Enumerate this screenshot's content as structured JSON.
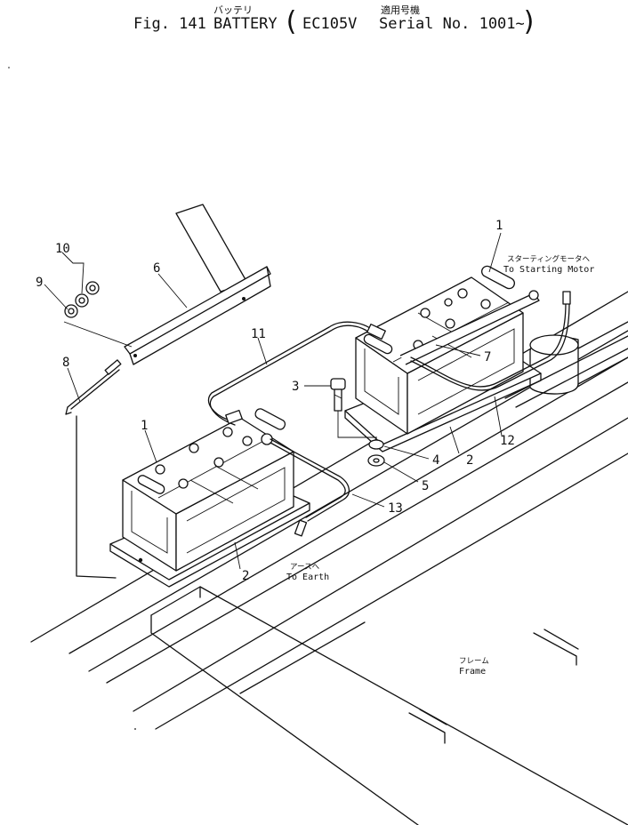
{
  "header": {
    "fig_label": "Fig. 141",
    "name_ja": "バッテリ",
    "name_en": "BATTERY",
    "open_paren": "(",
    "model": "EC105V",
    "applic_ja": "適用号機",
    "serial": "Serial No. 1001∼",
    "close_paren": ")"
  },
  "callouts": [
    "1",
    "2",
    "3",
    "4",
    "5",
    "6",
    "7",
    "8",
    "9",
    "10",
    "11",
    "12",
    "13"
  ],
  "labels": {
    "starting_motor_ja": "スターティングモータへ",
    "starting_motor_en": "To Starting Motor",
    "earth_ja": "アースへ",
    "earth_en": "To Earth",
    "frame_ja": "フレーム",
    "frame_en": "Frame"
  }
}
